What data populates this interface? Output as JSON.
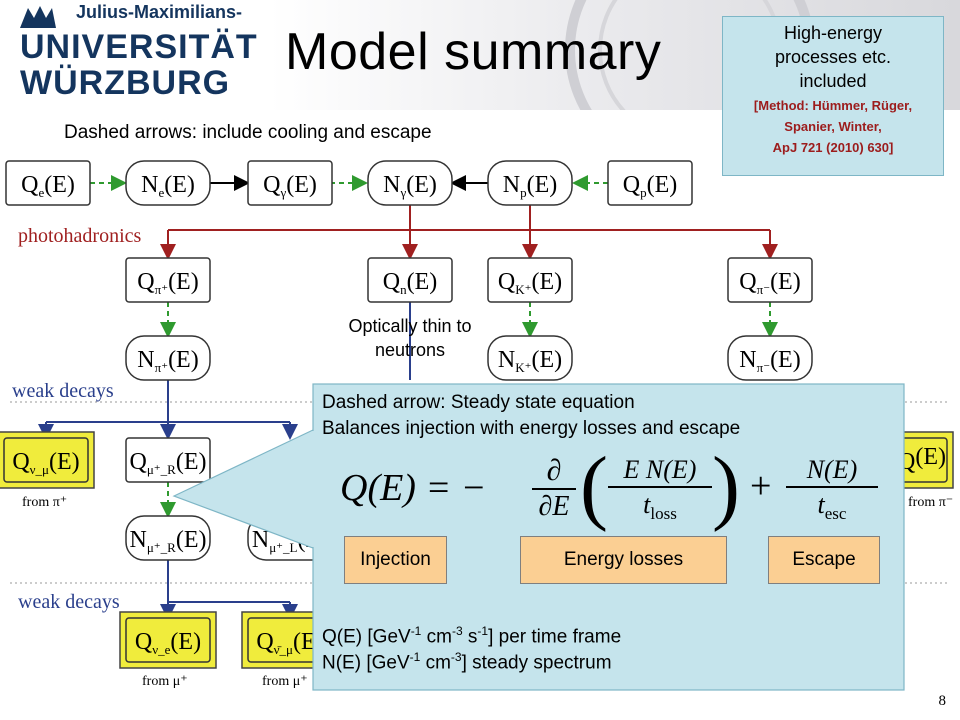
{
  "logo": {
    "line1": "Julius-Maximilians-",
    "line2": "UNIVERSITÄT",
    "line3": "WÜRZBURG"
  },
  "title": "Model summary",
  "subtitle": "Dashed arrows: include cooling and escape",
  "infobox": {
    "text": "High-energy processes etc. included",
    "ref_line1": "[Method: Hümmer, Rüger,",
    "ref_line2": "Spanier, Winter,",
    "ref_line3": "ApJ 721 (2010) 630]"
  },
  "diagram": {
    "section_photohadronics": "photohadronics",
    "section_weak1": "weak decays",
    "section_weak2": "weak decays",
    "optically_thin": "Optically thin to neutrons",
    "row1": {
      "qe": {
        "sym": "Q",
        "sub": "e",
        "arg": "(E)"
      },
      "ne": {
        "sym": "N",
        "sub": "e",
        "arg": "(E)"
      },
      "qgamma": {
        "sym": "Q",
        "sub": "γ",
        "arg": "(E)"
      },
      "ngamma": {
        "sym": "N",
        "sub": "γ",
        "arg": "(E)"
      },
      "np": {
        "sym": "N",
        "sub": "p",
        "arg": "(E)"
      },
      "qp": {
        "sym": "Q",
        "sub": "p",
        "arg": "(E)"
      }
    },
    "row2": {
      "qpiplus": {
        "sym": "Q",
        "sub": "π⁺",
        "arg": "(E)"
      },
      "qn": {
        "sym": "Q",
        "sub": "n",
        "arg": "(E)"
      },
      "qkplus": {
        "sym": "Q",
        "sub": "K⁺",
        "arg": "(E)"
      },
      "qpiminus": {
        "sym": "Q",
        "sub": "π⁻",
        "arg": "(E)"
      }
    },
    "row3": {
      "npiplus": {
        "sym": "N",
        "sub": "π⁺",
        "arg": "(E)"
      },
      "nkplus": {
        "sym": "N",
        "sub": "K⁺",
        "arg": "(E)"
      },
      "npiminus": {
        "sym": "N",
        "sub": "π⁻",
        "arg": "(E)"
      }
    },
    "row4": {
      "qnumu": {
        "sym": "Q",
        "sub": "ν_μ",
        "arg": "(E)",
        "from": "from π⁺"
      },
      "qmur": {
        "sym": "Q",
        "sub": "μ⁺_R",
        "arg": "(E)"
      },
      "qright": {
        "sym": "Q",
        "sub": "",
        "arg": "(E)",
        "from": "from π⁻"
      }
    },
    "row5": {
      "nmur": {
        "sym": "N",
        "sub": "μ⁺_R",
        "arg": "(E)"
      },
      "nmul": {
        "sym": "N",
        "sub": "μ⁺_L",
        "arg": "(E)"
      }
    },
    "row6": {
      "qnue": {
        "sym": "Q",
        "sub": "ν_e",
        "arg": "(E)",
        "from": "from μ⁺"
      },
      "qnumubar": {
        "sym": "Q",
        "sub": "ν̄_μ",
        "arg": "(E)",
        "from": "from μ⁺"
      }
    }
  },
  "callout": {
    "line1": "Dashed arrow: Steady state equation",
    "line2": "Balances injection with energy losses and escape",
    "eq_lhs": "Q(E) = −",
    "eq_partial": "∂",
    "eq_dE": "∂E",
    "eq_num1": "E N(E)",
    "eq_den1": "t",
    "eq_den1_sub": "loss",
    "eq_plus": "+",
    "eq_num2": "N(E)",
    "eq_den2": "t",
    "eq_den2_sub": "esc",
    "label_injection": "Injection",
    "label_losses": "Energy losses",
    "label_escape": "Escape",
    "unit_q_pre": "Q(E) [GeV",
    "unit_q_exp1": "-1",
    "unit_q_mid": " cm",
    "unit_q_exp2": "-3",
    "unit_q_mid2": " s",
    "unit_q_exp3": "-1",
    "unit_q_post": "] per time frame",
    "unit_n_pre": "N(E) [GeV",
    "unit_n_exp1": "-1",
    "unit_n_mid": " cm",
    "unit_n_exp2": "-3",
    "unit_n_post": "] steady spectrum"
  },
  "page_number": "8",
  "colors": {
    "red_arrow": "#a02020",
    "blue_arrow": "#2a3f8c",
    "green_dashed": "#2f9a2f",
    "callout_fill": "#c5e4ec",
    "label_fill": "#fbcf93",
    "neutrino_fill": "#f0ec3c"
  }
}
